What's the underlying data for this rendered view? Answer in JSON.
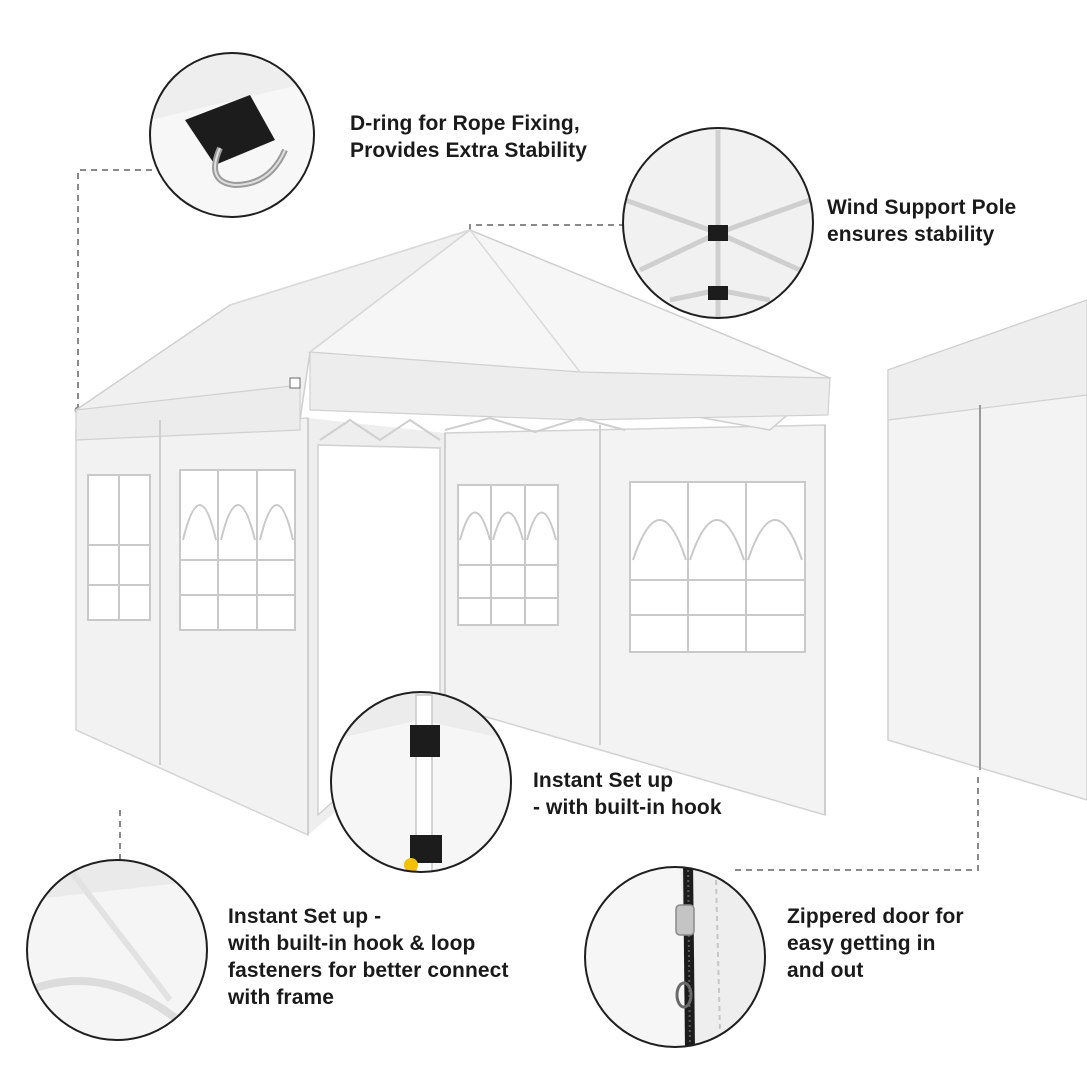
{
  "callouts": {
    "d_ring": {
      "line1": "D-ring for Rope Fixing,",
      "line2": "Provides Extra Stability",
      "icon": "d-ring-icon"
    },
    "wind_pole": {
      "line1": "Wind Support Pole",
      "line2": "ensures stability",
      "icon": "wind-support-pole-icon"
    },
    "instant_setup_hook": {
      "line1": "Instant Set up",
      "line2": "- with built-in hook",
      "icon": "built-in-hook-icon"
    },
    "instant_setup_loop": {
      "line1": "Instant Set up -",
      "line2": "with built-in hook & loop",
      "line3": "fasteners for better connect",
      "line4": "with frame",
      "icon": "hook-loop-fastener-icon"
    },
    "zipper_door": {
      "line1": "Zippered door for",
      "line2": "easy getting in",
      "line3": "and out",
      "icon": "zipper-icon"
    }
  },
  "colors": {
    "canopy": "#f4f4f4",
    "shadow": "#dcdcdc",
    "frame": "#c8c8c8",
    "text": "#1a1a1a",
    "dash": "#8a8a8a",
    "accent": "#f2c200"
  }
}
